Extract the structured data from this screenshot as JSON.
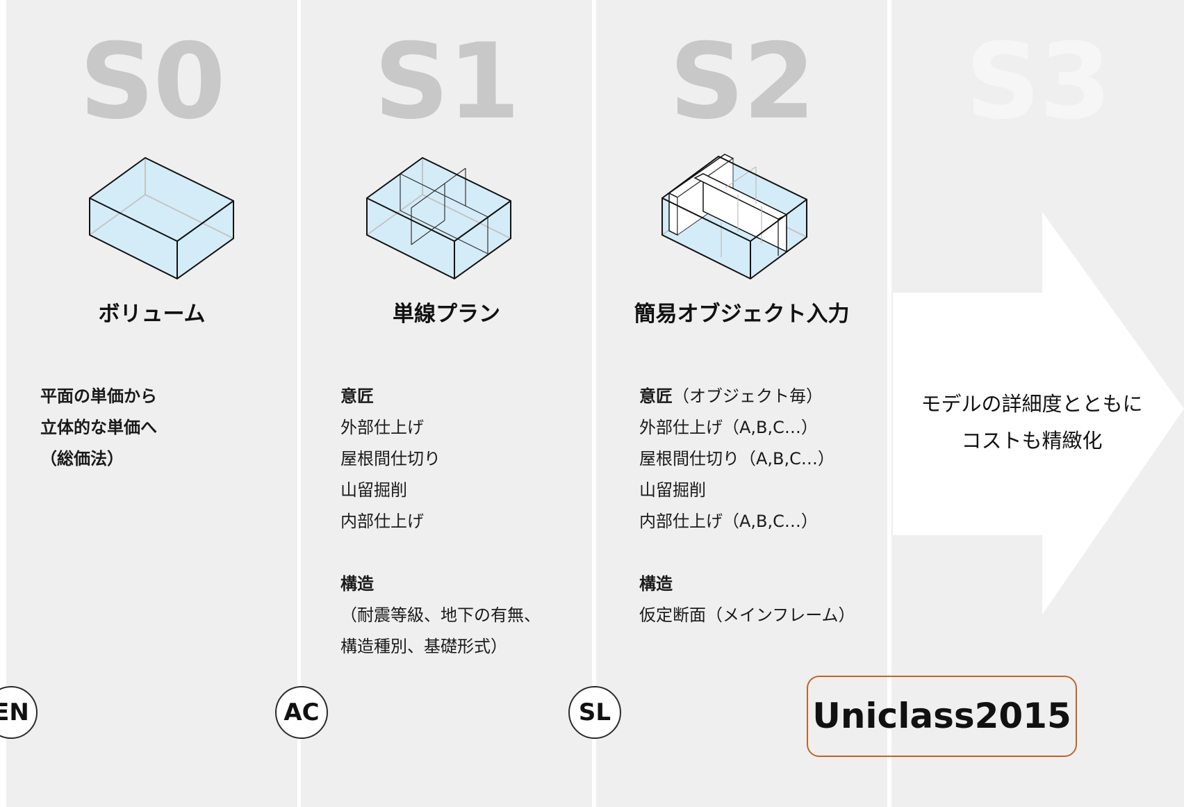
{
  "colors": {
    "panel_bg": "#eeefee",
    "stage_number": "#c8c8c8",
    "stage_number_s3": "#f6f6f6",
    "volume_fill": "#d4ecf8",
    "uniclass_border": "#c0642a"
  },
  "stages": [
    {
      "number": "S0",
      "title": "ボリューム",
      "badge": "EN",
      "lines": [
        {
          "text": "平面の単価から",
          "bold": true
        },
        {
          "text": "立体的な単価へ",
          "bold": true
        },
        {
          "text": "（総価法）",
          "bold": true
        }
      ]
    },
    {
      "number": "S1",
      "title": "単線プラン",
      "badge": "AC",
      "sections": [
        {
          "heading": "意匠",
          "items": [
            "外部仕上げ",
            "屋根間仕切り",
            "山留掘削",
            "内部仕上げ"
          ]
        },
        {
          "heading": "構造",
          "items": [
            "（耐震等級、地下の有無、",
            "構造種別、基礎形式）"
          ]
        }
      ]
    },
    {
      "number": "S2",
      "title": "簡易オブジェクト入力",
      "badge": "SL",
      "sections": [
        {
          "heading": "意匠",
          "heading_note": "（オブジェクト毎）",
          "items": [
            "外部仕上げ（A,B,C…）",
            "屋根間仕切り（A,B,C…）",
            "山留掘削",
            "内部仕上げ（A,B,C…）"
          ]
        },
        {
          "heading": "構造",
          "items": [
            "仮定断面（メインフレーム）"
          ]
        }
      ]
    },
    {
      "number": "S3",
      "arrow_text": [
        "モデルの詳細度とともに",
        "コストも精緻化"
      ]
    }
  ],
  "uniclass_label": "Uniclass2015",
  "icons": {
    "s0_graphic": "volume-box-icon",
    "s1_graphic": "single-line-plan-box-icon",
    "s2_graphic": "simple-object-box-icon",
    "s3_graphic": "right-arrow-icon"
  }
}
